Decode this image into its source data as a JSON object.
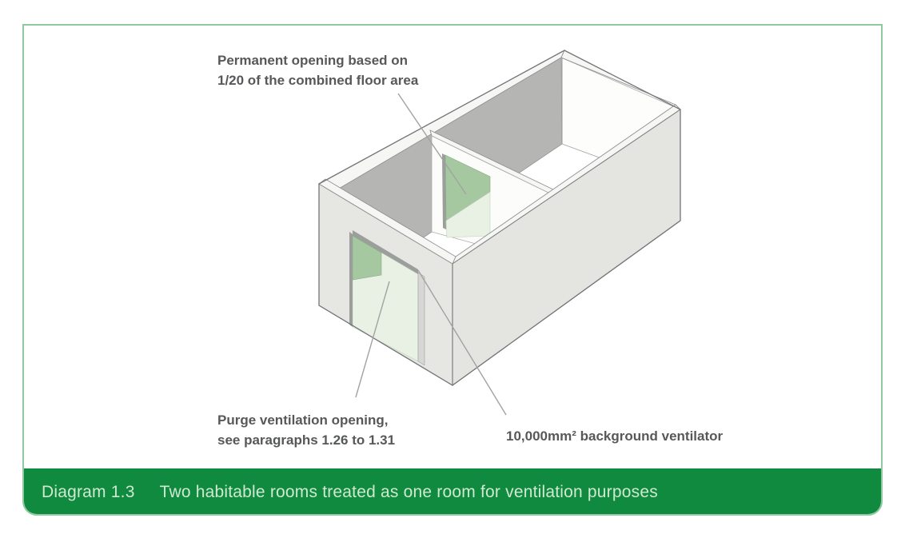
{
  "colors": {
    "frame-green": "#90c8a2",
    "bar-green": "#0f8a3e",
    "caption-text": "#cfe8d2",
    "label-text": "#57585a",
    "leader-gray": "#a2a2a2",
    "wall-light": "#e4e5e1",
    "wall-light2": "#e6e7e3",
    "wall-dark": "#b5b6b4",
    "opening-green-dark": "#a6c8a1",
    "opening-green-pale": "#e8f1e4"
  },
  "caption": {
    "id_label": "Diagram 1.3",
    "title": "Two habitable rooms treated as one room for ventilation purposes"
  },
  "annotations": {
    "permanent_opening": {
      "line1": "Permanent opening based on",
      "line2": "1/20 of the combined floor area"
    },
    "purge_ventilation": {
      "line1": "Purge ventilation opening,",
      "line2": "see paragraphs 1.26 to 1.31"
    },
    "background_ventilator": {
      "text": "10,000mm² background ventilator"
    }
  }
}
